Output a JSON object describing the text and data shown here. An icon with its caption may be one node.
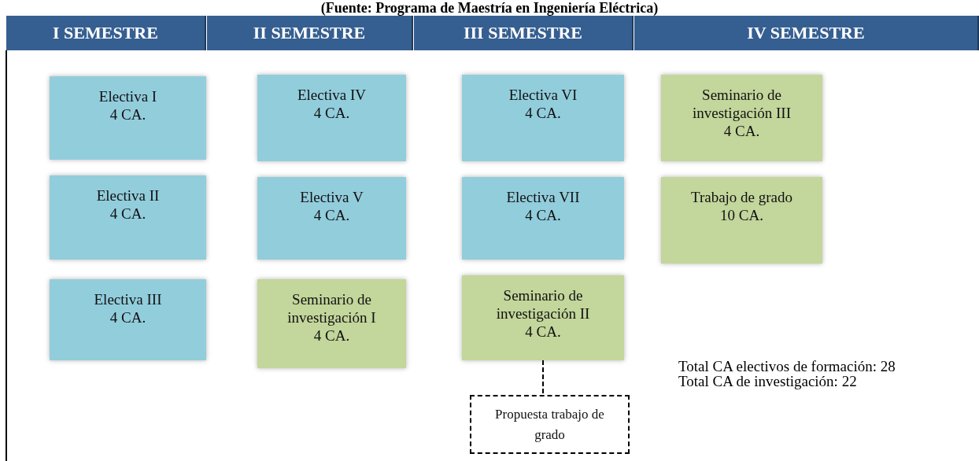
{
  "diagram": {
    "caption": "(Fuente: Programa de Maestría en Ingeniería Eléctrica)",
    "nodes": [
      {
        "text": [
          "Electiva I",
          "4 CA."
        ]
      },
      {
        "text": [
          "Electiva II",
          "4 CA."
        ]
      },
      {
        "text": [
          "Electiva III",
          "4 CA."
        ]
      },
      {
        "text": [
          "Electiva IV",
          "4 CA."
        ]
      },
      {
        "text": [
          "Electiva V",
          "4 CA."
        ]
      },
      {
        "text": [
          "Seminario de investigación I",
          "4 CA."
        ]
      },
      {
        "text": [
          "Electiva VI",
          "4 CA."
        ]
      },
      {
        "text": [
          "Electiva VII",
          "4 CA."
        ]
      },
      {
        "text": [
          "Seminario de investigación II",
          "4 CA."
        ]
      },
      {
        "text": [
          "Propuesta trabajo de grado"
        ]
      },
      {
        "text": [
          "Seminario de investigación III",
          "4 CA."
        ]
      },
      {
        "text": [
          "Trabajo de grado",
          "10 CA."
        ]
      }
    ],
    "edges": [
      {
        "from": 8,
        "to": 9,
        "arrow": "none",
        "style": "dashed"
      }
    ],
    "labels": [
      "I SEMESTRE",
      "II SEMESTRE",
      "III SEMESTRE",
      "IV SEMESTRE",
      "Total CA electivos de formación: 28",
      "Total CA de investigación: 22"
    ]
  }
}
